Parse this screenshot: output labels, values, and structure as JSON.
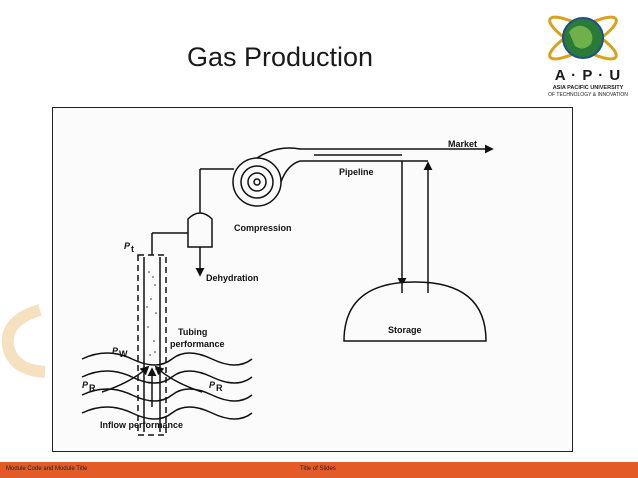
{
  "slide": {
    "title": "Gas Production"
  },
  "logo": {
    "letters": "A · P · U",
    "line1": "ASIA PACIFIC UNIVERSITY",
    "line2": "OF TECHNOLOGY & INNOVATION"
  },
  "diagram": {
    "labels": {
      "market": "Market",
      "pipeline": "Pipeline",
      "compression": "Compression",
      "pt": "P",
      "pt_sub": "t",
      "dehydration": "Dehydration",
      "storage": "Storage",
      "tubing1": "Tubing",
      "tubing2": "performance",
      "pw": "P",
      "pw_sub": "W",
      "pr_left": "P",
      "pr_left_sub": "R",
      "pr_right": "P",
      "pr_right_sub": "R",
      "inflow": "Inflow performance"
    }
  },
  "footer": {
    "module": "Module Code and Module Title",
    "slide_title": "Title of Slides"
  },
  "colors": {
    "footer_bar": "#e35b27",
    "logo_globe": "#2a7a3a",
    "logo_ring": "#d9a21b"
  }
}
